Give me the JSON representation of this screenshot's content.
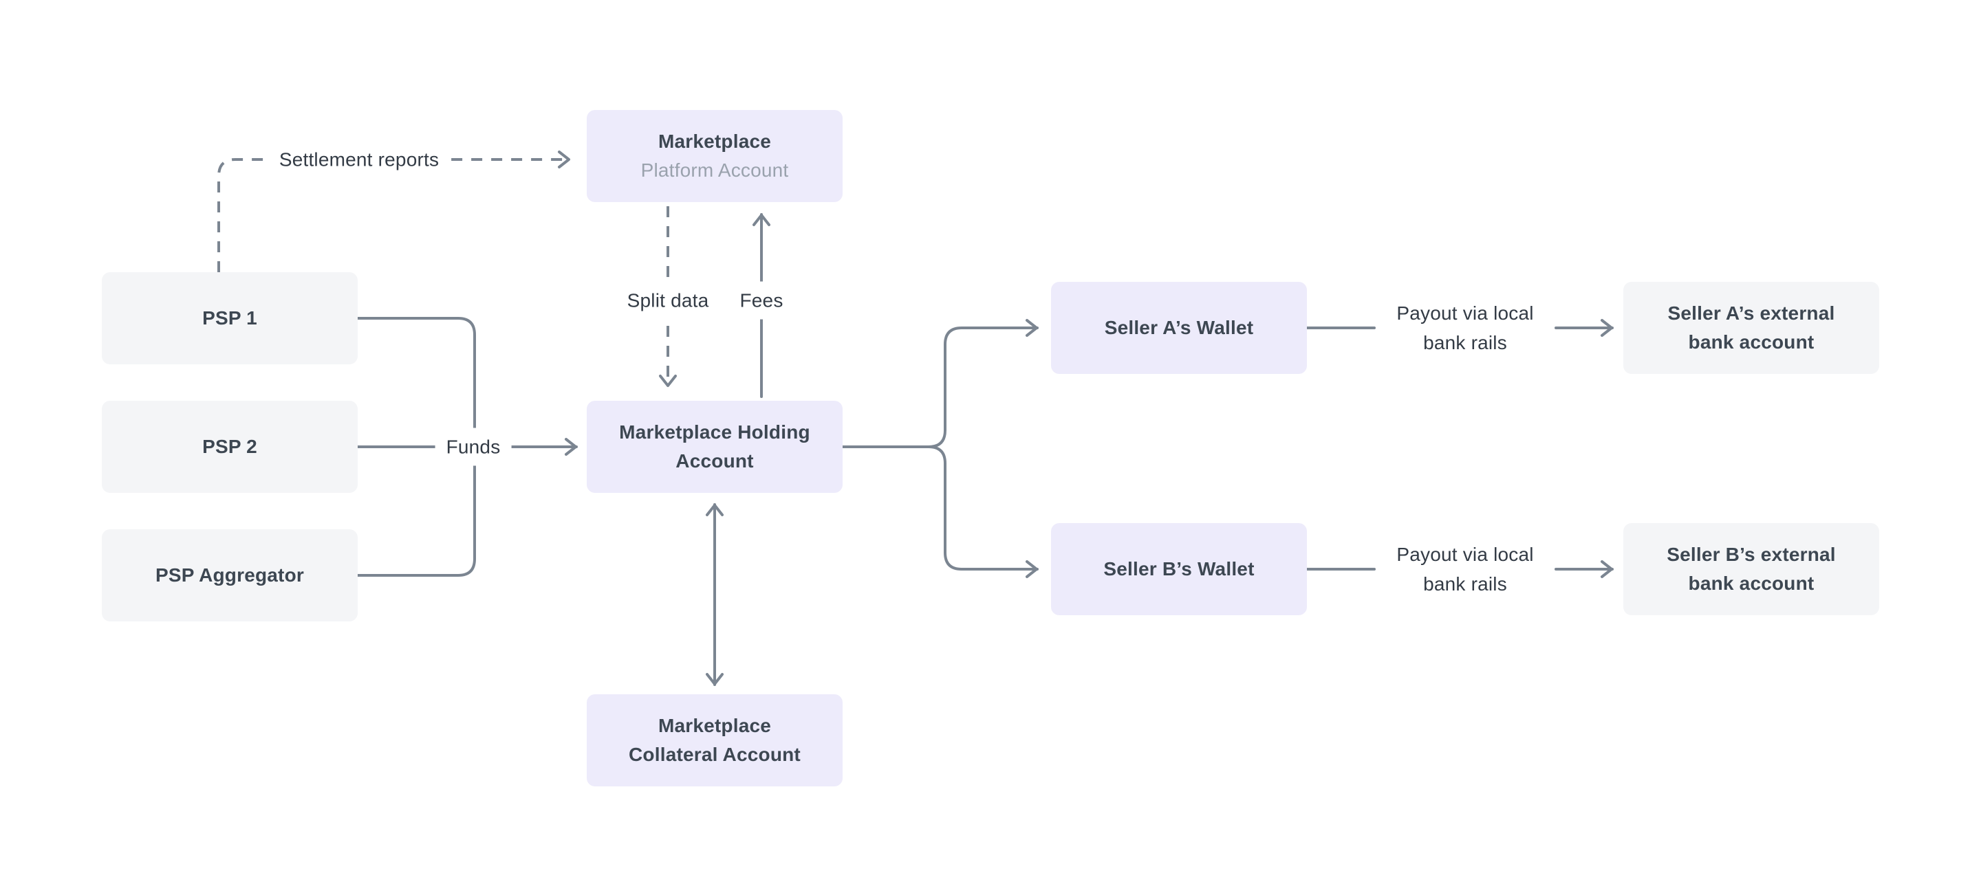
{
  "nodes": {
    "psp1": {
      "label": "PSP 1"
    },
    "psp2": {
      "label": "PSP 2"
    },
    "psp_aggregator": {
      "label": "PSP Aggregator"
    },
    "platform": {
      "title": "Marketplace",
      "subtitle": "Platform Account"
    },
    "holding": {
      "line1": "Marketplace Holding",
      "line2": "Account"
    },
    "collateral": {
      "line1": "Marketplace",
      "line2": "Collateral Account"
    },
    "wallet_a": {
      "label": "Seller A’s Wallet"
    },
    "wallet_b": {
      "label": "Seller B’s Wallet"
    },
    "external_a": {
      "line1": "Seller A’s external",
      "line2": "bank account"
    },
    "external_b": {
      "line1": "Seller B’s external",
      "line2": "bank account"
    }
  },
  "edges": {
    "settlement_reports": "Settlement reports",
    "funds": "Funds",
    "split_data": "Split data",
    "fees": "Fees",
    "payout_a": {
      "line1": "Payout via local",
      "line2": "bank rails"
    },
    "payout_b": {
      "line1": "Payout via local",
      "line2": "bank rails"
    }
  },
  "colors": {
    "background": "#ffffff",
    "node_gray": "#f4f5f7",
    "node_lavender": "#edebfb",
    "line": "#7b8591",
    "text_dark": "#3d4752",
    "text_muted": "#9aa2ad",
    "label_text": "#333b45"
  }
}
